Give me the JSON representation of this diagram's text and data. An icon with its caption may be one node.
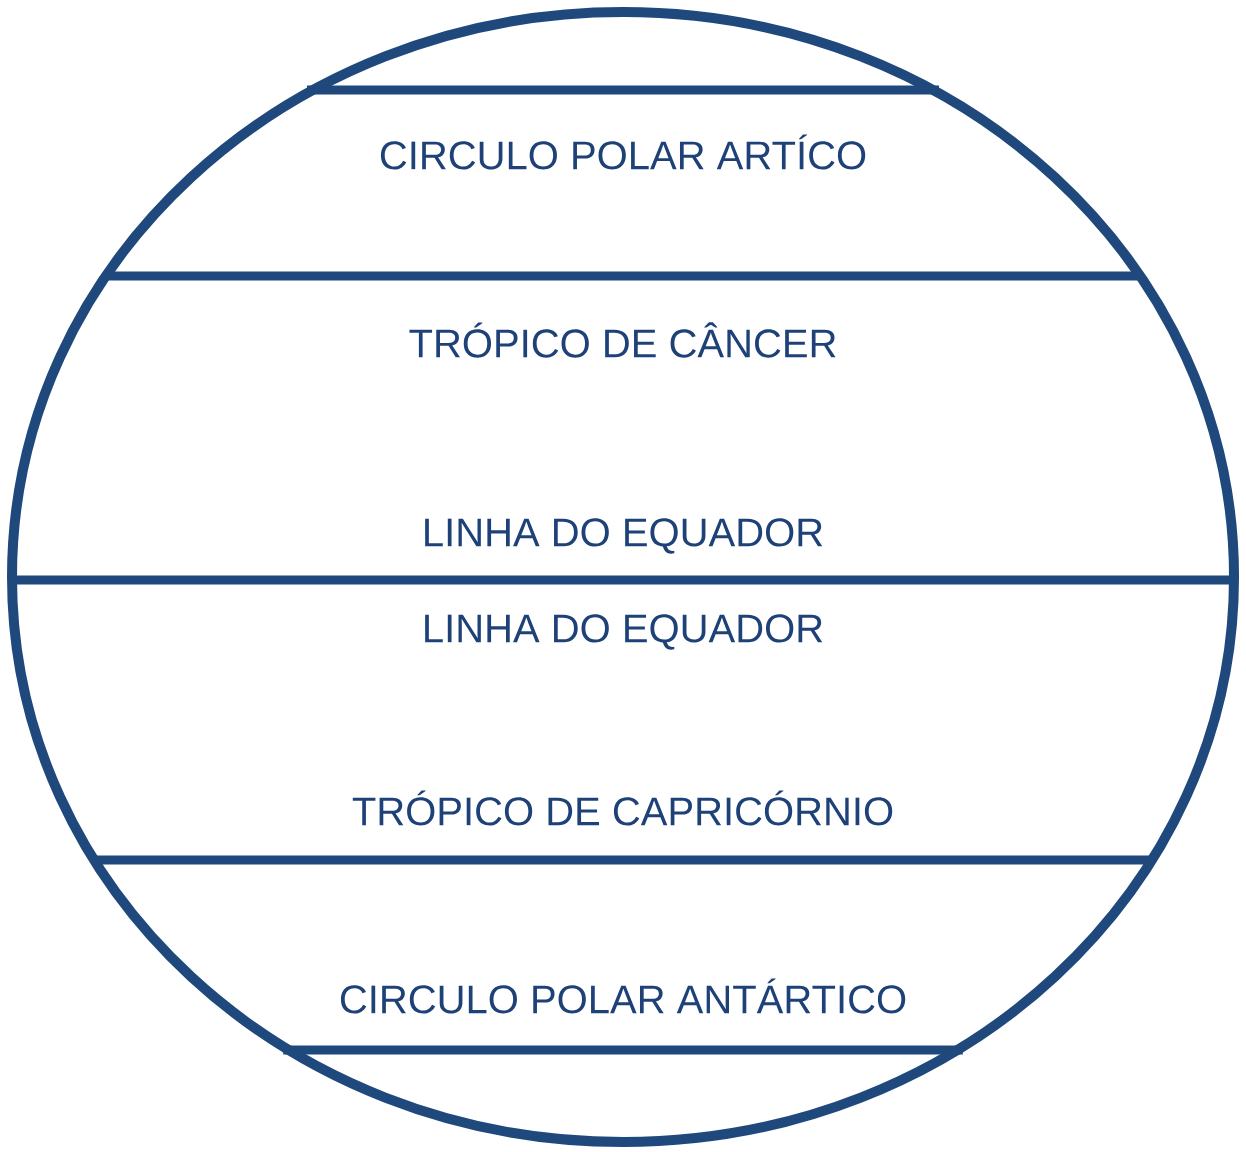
{
  "diagram": {
    "labels": [
      "CIRCULO POLAR ARTÍCO",
      "TRÓPICO DE CÂNCER",
      "LINHA DO EQUADOR",
      "LINHA DO EQUADOR",
      "TRÓPICO DE CAPRICÓRNIO",
      "CIRCULO POLAR ANTÁRTICO"
    ]
  }
}
